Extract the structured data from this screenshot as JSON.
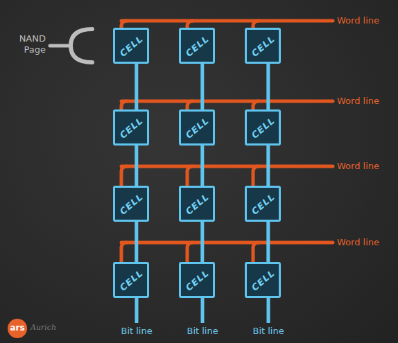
{
  "diagram": {
    "nodes": [
      {
        "text": [
          "CELL"
        ]
      },
      {
        "text": [
          "CELL"
        ]
      },
      {
        "text": [
          "CELL"
        ]
      },
      {
        "text": [
          "CELL"
        ]
      },
      {
        "text": [
          "CELL"
        ]
      },
      {
        "text": [
          "CELL"
        ]
      },
      {
        "text": [
          "CELL"
        ]
      },
      {
        "text": [
          "CELL"
        ]
      },
      {
        "text": [
          "CELL"
        ]
      },
      {
        "text": [
          "CELL"
        ]
      },
      {
        "text": [
          "CELL"
        ]
      },
      {
        "text": [
          "CELL"
        ]
      }
    ],
    "edges": [
      {
        "from": 0,
        "to": 3,
        "arrow": "none"
      },
      {
        "from": 1,
        "to": 4,
        "arrow": "none"
      },
      {
        "from": 2,
        "to": 5,
        "arrow": "none"
      },
      {
        "from": 3,
        "to": 6,
        "arrow": "none"
      },
      {
        "from": 4,
        "to": 7,
        "arrow": "none"
      },
      {
        "from": 5,
        "to": 8,
        "arrow": "none"
      },
      {
        "from": 6,
        "to": 9,
        "arrow": "none"
      },
      {
        "from": 7,
        "to": 10,
        "arrow": "none"
      },
      {
        "from": 8,
        "to": 11,
        "arrow": "none"
      }
    ],
    "labels": [
      "NAND Page",
      "Word line",
      "Word line",
      "Word line",
      "Word line",
      "Bit line",
      "Bit line",
      "Bit line",
      "ars",
      "Aurich"
    ]
  }
}
